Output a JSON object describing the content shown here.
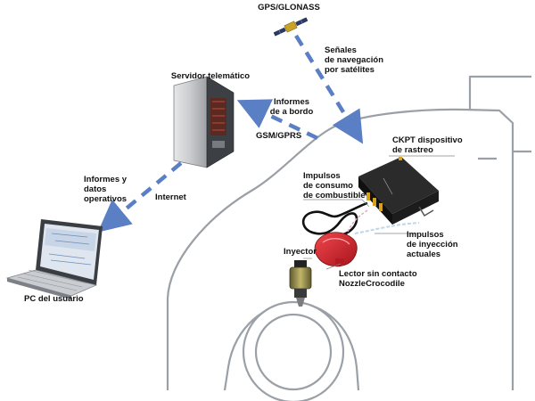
{
  "satellite": {
    "label": "GPS/GLONASS"
  },
  "nav_signals": {
    "line1": "Señales",
    "line2": "de navegación",
    "line3": "por satélites"
  },
  "server": {
    "label": "Servidor telemático"
  },
  "onboard_reports": {
    "line1": "Informes",
    "line2": "de a bordo"
  },
  "gsm": {
    "label": "GSM/GPRS"
  },
  "tracker": {
    "line1": "CKPT dispositivo",
    "line2": "de rastreo"
  },
  "consumption_pulses": {
    "line1": "Impulsos",
    "line2": "de consumo",
    "line3": "de combustible"
  },
  "injection_pulses": {
    "line1": "Impulsos",
    "line2": "de inyección",
    "line3": "actuales"
  },
  "injector": {
    "label": "Inyector"
  },
  "reader": {
    "line1": "Lector sin contacto",
    "line2": "NozzleCrocodile"
  },
  "user_reports": {
    "line1": "Informes y",
    "line2": "datos",
    "line3": "operativos"
  },
  "internet": {
    "label": "Internet"
  },
  "user_pc": {
    "label": "PC del usuario"
  },
  "colors": {
    "link_blue": "#5b7fc4",
    "injector_red": "#d6262e",
    "outline": "#9aa0a6",
    "device": "#1c1c1c"
  }
}
